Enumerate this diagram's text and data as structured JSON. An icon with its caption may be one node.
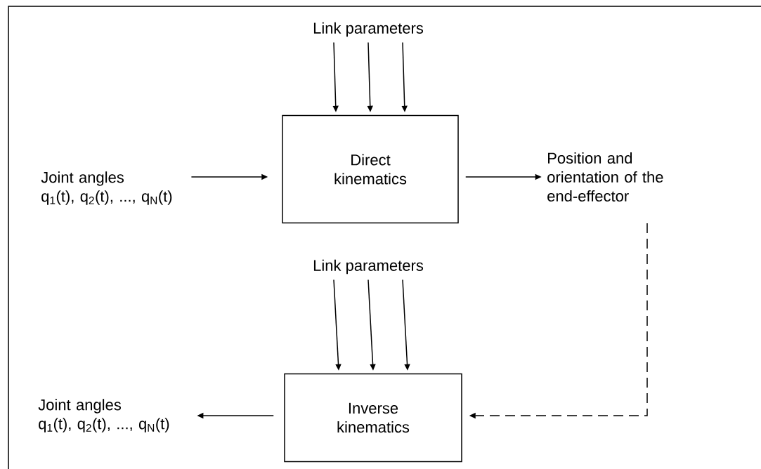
{
  "diagram": {
    "nodes": [
      {
        "text": [
          "Link parameters"
        ]
      },
      {
        "text": [
          "Direct kinematics"
        ]
      },
      {
        "text": [
          "Joint angles",
          "q$_{1}$(t), q$_{2}$(t), ..., q$_{N}$(t)"
        ]
      },
      {
        "text": [
          "Position and orientation of the end-effector"
        ]
      },
      {
        "text": [
          "Link parameters"
        ]
      },
      {
        "text": [
          "Inverse kinematics"
        ]
      },
      {
        "text": [
          "Joint angles",
          "q$_{1}$(t), q$_{2}$(t), ..., q$_{N}$(t)"
        ]
      }
    ],
    "edges": [
      {
        "from": 0,
        "to": 1,
        "arrow": "to"
      },
      {
        "from": 0,
        "to": 1,
        "arrow": "to"
      },
      {
        "from": 0,
        "to": 1,
        "arrow": "to"
      },
      {
        "from": 2,
        "to": 1,
        "arrow": "to"
      },
      {
        "from": 1,
        "to": 3,
        "arrow": "to"
      },
      {
        "from": 3,
        "to": 5,
        "arrow": "to",
        "style": "dashed"
      },
      {
        "from": 4,
        "to": 5,
        "arrow": "to"
      },
      {
        "from": 4,
        "to": 5,
        "arrow": "to"
      },
      {
        "from": 4,
        "to": 5,
        "arrow": "to"
      },
      {
        "from": 5,
        "to": 6,
        "arrow": "to"
      }
    ]
  }
}
